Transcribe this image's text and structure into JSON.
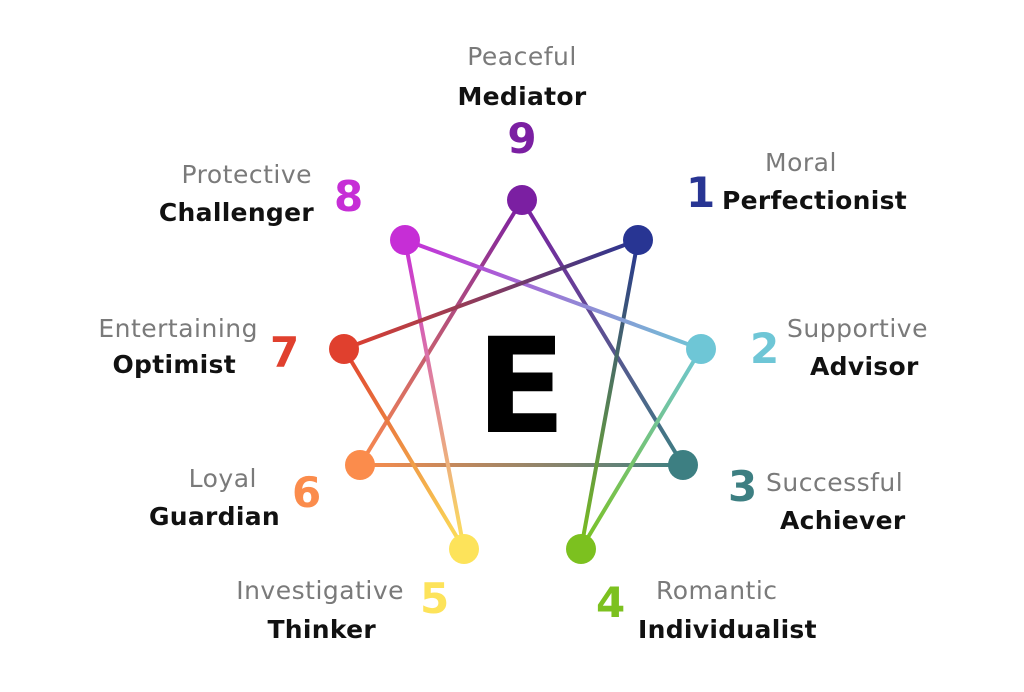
{
  "center_letter": "E",
  "types": [
    {
      "number": "1",
      "adjective": "Moral",
      "role": "Perfectionist",
      "color": "#283593"
    },
    {
      "number": "2",
      "adjective": "Supportive",
      "role": "Advisor",
      "color": "#6ec6d6"
    },
    {
      "number": "3",
      "adjective": "Successful",
      "role": "Achiever",
      "color": "#3d7f82"
    },
    {
      "number": "4",
      "adjective": "Romantic",
      "role": "Individualist",
      "color": "#7cc11f"
    },
    {
      "number": "5",
      "adjective": "Investigative",
      "role": "Thinker",
      "color": "#fde35a"
    },
    {
      "number": "6",
      "adjective": "Loyal",
      "role": "Guardian",
      "color": "#fb8c4c"
    },
    {
      "number": "7",
      "adjective": "Entertaining",
      "role": "Optimist",
      "color": "#e0402e"
    },
    {
      "number": "8",
      "adjective": "Protective",
      "role": "Challenger",
      "color": "#c62ed6"
    },
    {
      "number": "9",
      "adjective": "Peaceful",
      "role": "Mediator",
      "color": "#7b1fa2"
    }
  ],
  "connections": [
    [
      "9",
      "3"
    ],
    [
      "3",
      "6"
    ],
    [
      "6",
      "9"
    ],
    [
      "1",
      "4"
    ],
    [
      "4",
      "2"
    ],
    [
      "2",
      "8"
    ],
    [
      "8",
      "5"
    ],
    [
      "5",
      "7"
    ],
    [
      "7",
      "1"
    ]
  ]
}
